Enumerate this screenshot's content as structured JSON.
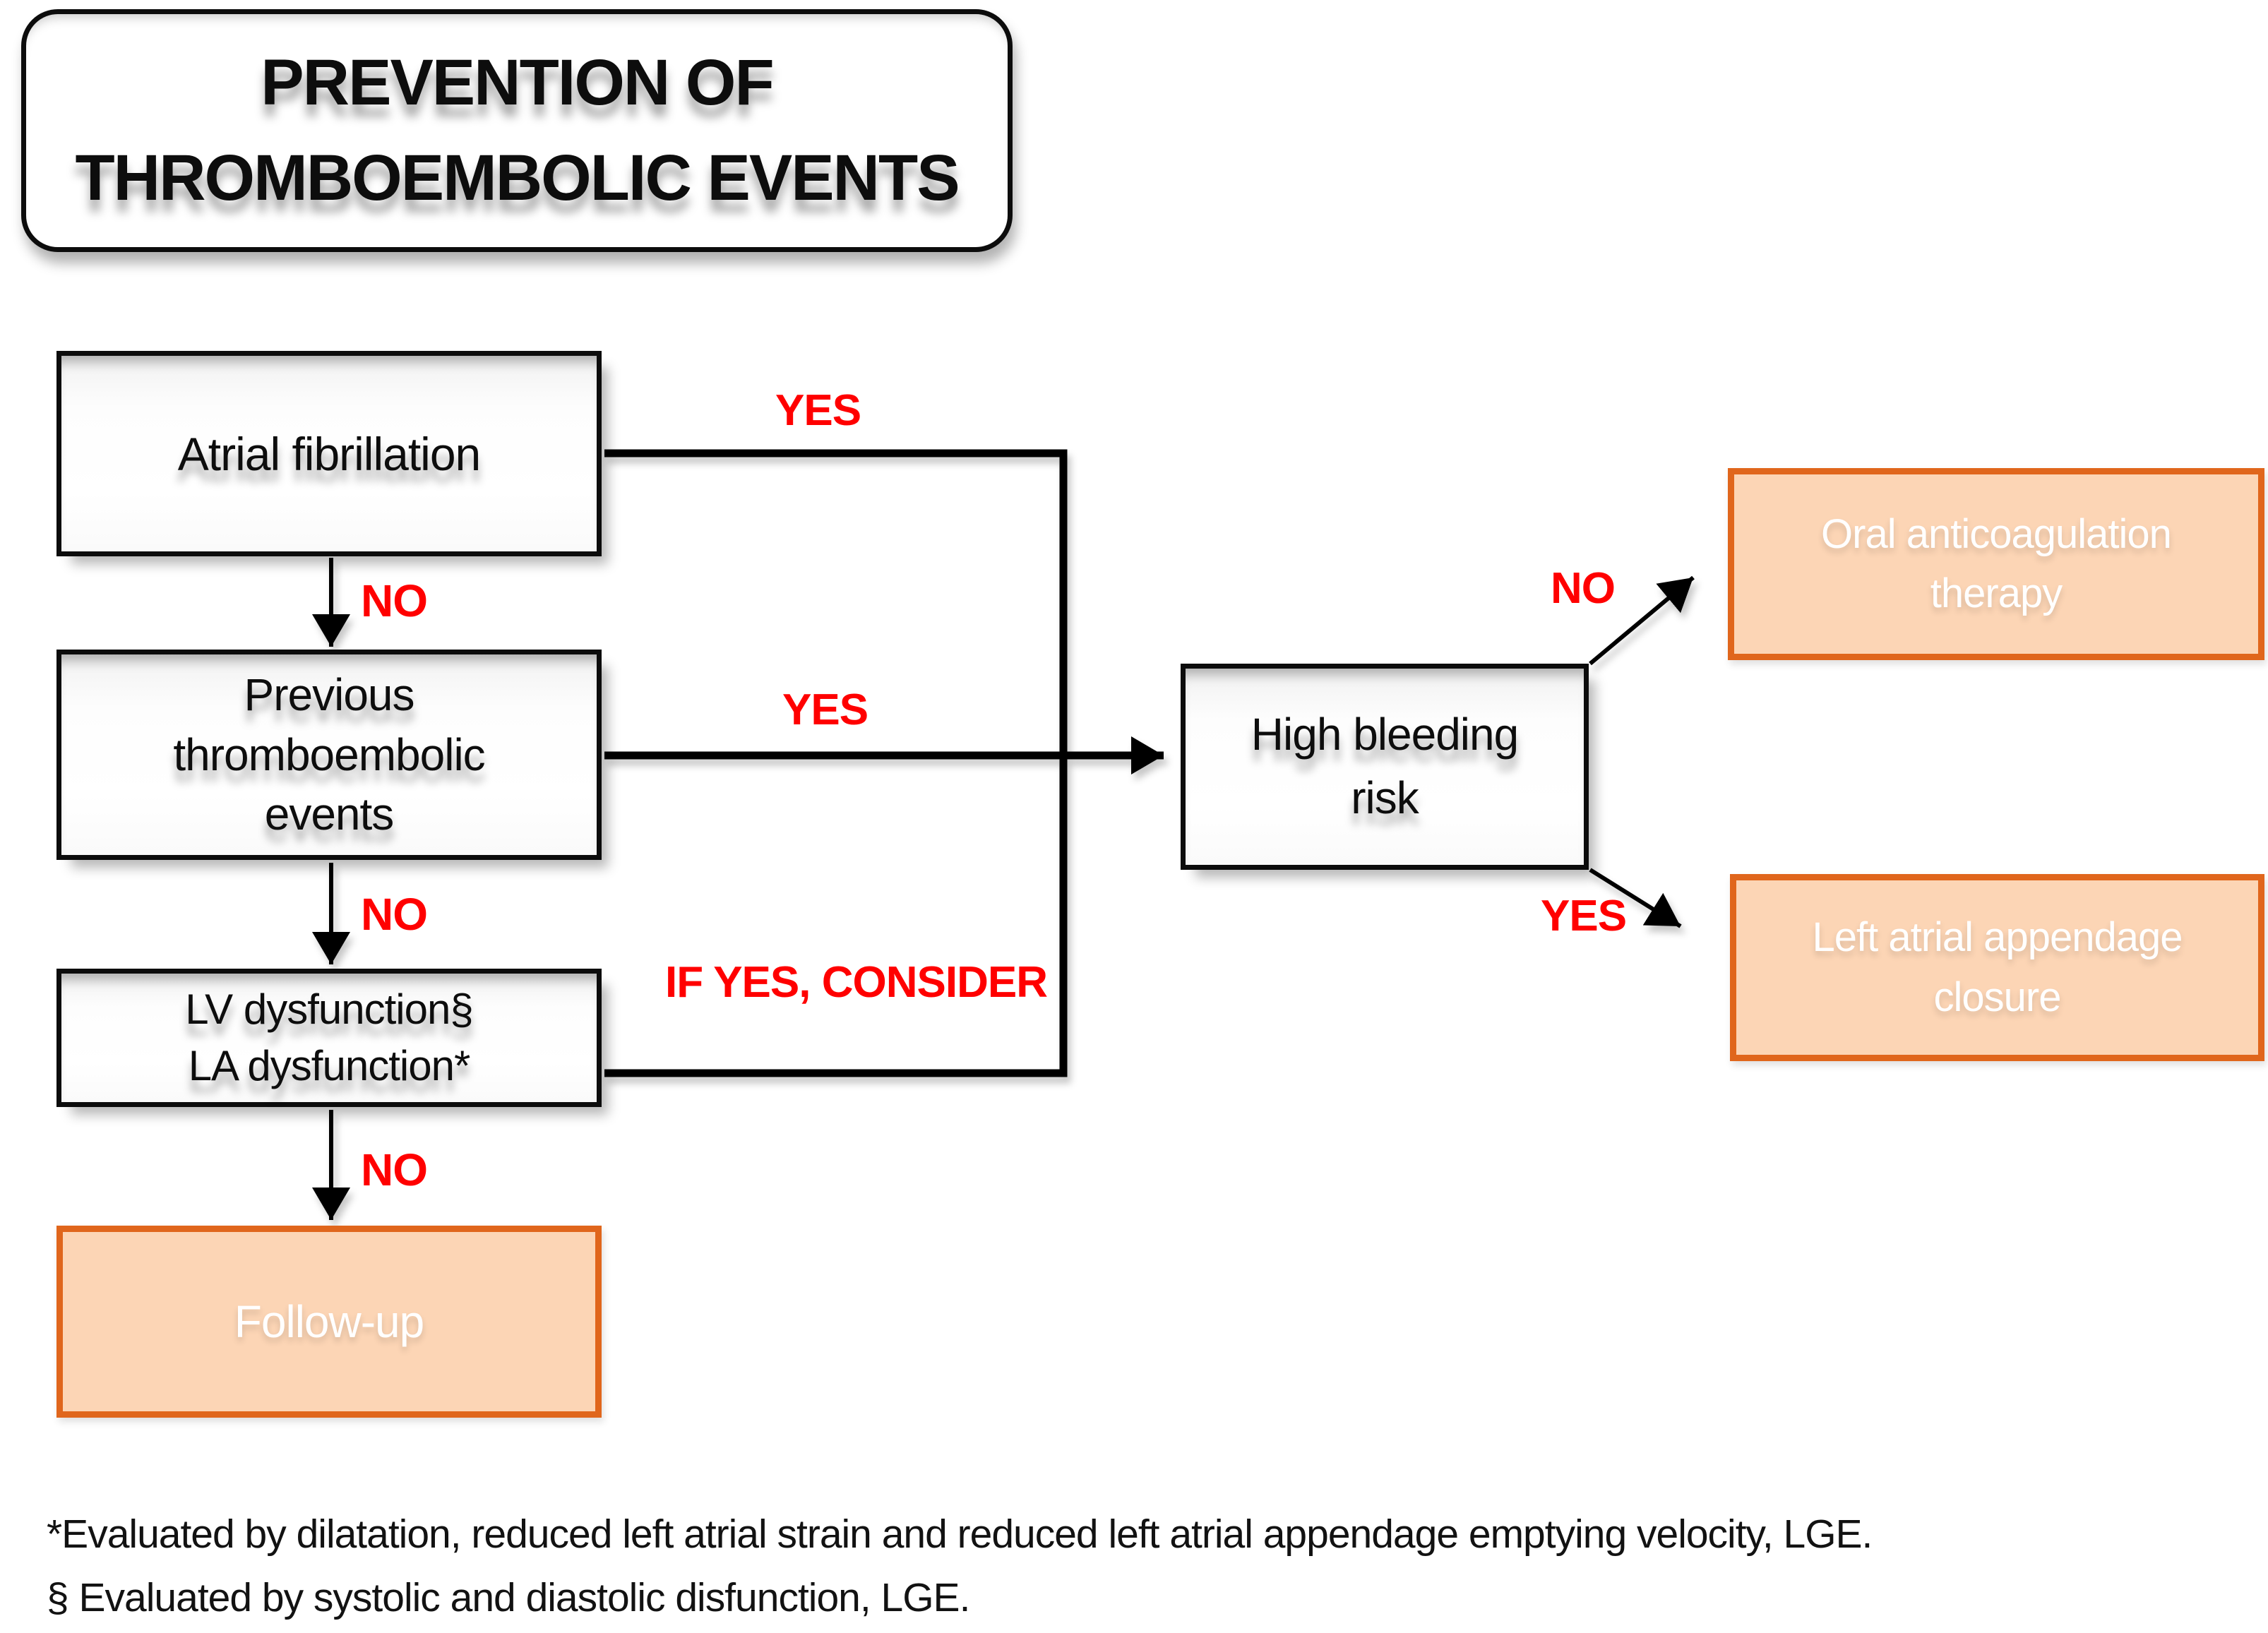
{
  "title": {
    "text": "PREVENTION OF\nTHROMBOEMBOLIC EVENTS"
  },
  "nodes": {
    "atrial_fibrillation": {
      "label": "Atrial fibrillation"
    },
    "previous_thromboembolic_events": {
      "label": "Previous\nthromboembolic\nevents"
    },
    "lv_la_dysfunction": {
      "label": "LV dysfunction§\nLA dysfunction*"
    },
    "follow_up": {
      "label": "Follow-up"
    },
    "high_bleeding_risk": {
      "label": "High bleeding\nrisk"
    },
    "oral_anticoagulation_therapy": {
      "label": "Oral anticoagulation\ntherapy"
    },
    "left_atrial_appendage_closure": {
      "label": "Left atrial appendage\nclosure"
    }
  },
  "edge_labels": {
    "af_yes": "YES",
    "af_no": "NO",
    "pte_yes": "YES",
    "pte_no": "NO",
    "lv_if_yes_consider": "IF YES, CONSIDER",
    "lv_no": "NO",
    "hbr_no": "NO",
    "hbr_yes": "YES"
  },
  "footnotes": [
    "*Evaluated by dilatation, reduced left atrial strain and reduced left atrial appendage emptying velocity, LGE.",
    "§ Evaluated by systolic and diastolic disfunction, LGE."
  ],
  "colors": {
    "outcome_fill_orange": "#FCD5B5",
    "outcome_border_orange": "#E0661C",
    "edge_label_red": "#FF0000",
    "line_black": "#000000",
    "box_border_black": "#0C0C0C",
    "background_white": "#FFFFFF"
  }
}
